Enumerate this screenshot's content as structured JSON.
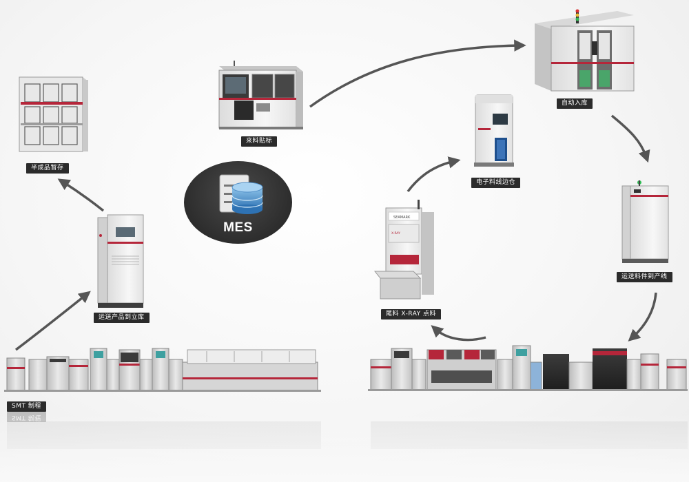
{
  "center": {
    "title": "MES"
  },
  "stations": {
    "incoming_labeling": "来料贴标",
    "auto_storage": "自动入库",
    "semi_finished_buffer": "半成品暂存",
    "line_side_warehouse": "电子料线边仓",
    "transport_to_line": "运送料件到产线",
    "transport_to_tower": "运送产品到立库",
    "xray_counting": "尾料 X-RAY 点料",
    "smt_process": "SMT 制程"
  },
  "machine_text": {
    "xray_brand": "SEAMARK",
    "xray_model": "X-RAY"
  },
  "colors": {
    "accent_red": "#b5263a",
    "label_bg": "#2b2b2b",
    "arrow": "#555555",
    "machine_body": "#d8d8d8"
  }
}
